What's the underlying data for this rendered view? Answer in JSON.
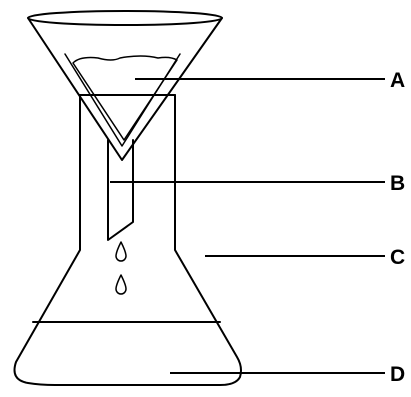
{
  "labels": {
    "a": "A",
    "b": "B",
    "c": "C",
    "d": "D"
  },
  "colors": {
    "stroke": "#000000",
    "background": "#ffffff"
  }
}
